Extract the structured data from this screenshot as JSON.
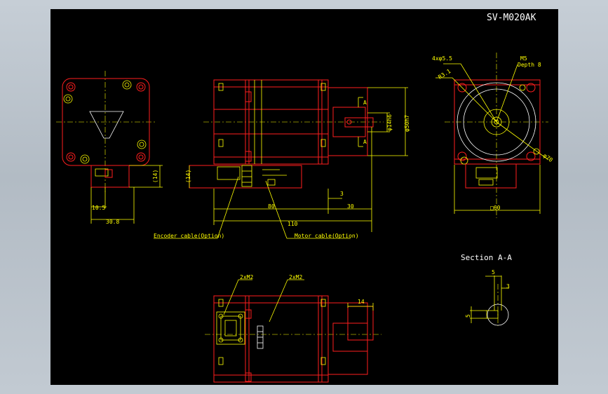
{
  "drawing": {
    "title": "SV-M020AK",
    "front": {
      "dim_14": "(14)",
      "dim_10_5": "10.5",
      "dim_30_8": "30.8"
    },
    "side": {
      "dim_14": "(14)",
      "dim_3": "3",
      "dim_80": "80",
      "dim_30": "30",
      "dim_110": "110",
      "dim_shaft": "φ14h6",
      "dim_spigot": "φ50h7",
      "section_mark": "A",
      "encoder_label": "Encoder cable(Option)",
      "motor_label": "Motor cable(Option)"
    },
    "flange": {
      "holes_label": "4xφ5.5",
      "pcd_label": "R3.1",
      "tap_label": "M5",
      "depth_label": "Depth 8",
      "pcd_dim": "φ70",
      "width_dim": "□60"
    },
    "section": {
      "title": "Section A-A",
      "dim_5_top": "5",
      "dim_3": "3",
      "dim_5_left": "5"
    },
    "bottom": {
      "tap_left": "2xM2",
      "tap_right": "2xM2",
      "dim_14": "14"
    }
  }
}
